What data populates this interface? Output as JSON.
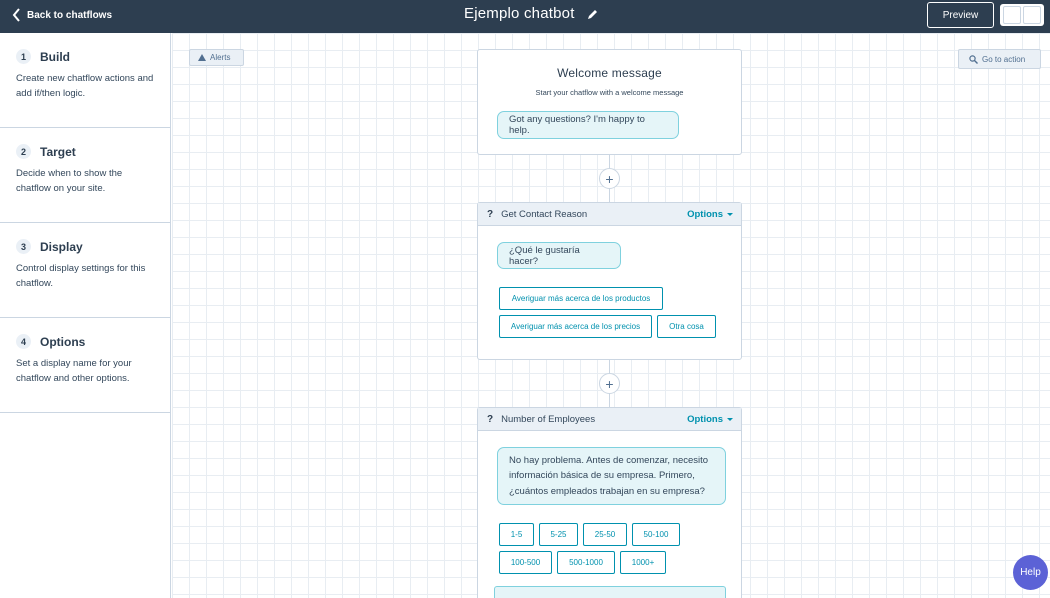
{
  "header": {
    "back_label": "Back to chatflows",
    "title": "Ejemplo chatbot",
    "preview_label": "Preview"
  },
  "sidebar": {
    "steps": [
      {
        "num": "1",
        "title": "Build",
        "desc": "Create new chatflow actions and add if/then logic."
      },
      {
        "num": "2",
        "title": "Target",
        "desc": "Decide when to show the chatflow on your site."
      },
      {
        "num": "3",
        "title": "Display",
        "desc": "Control display settings for this chatflow."
      },
      {
        "num": "4",
        "title": "Options",
        "desc": "Set a display name for your chatflow and other options."
      }
    ]
  },
  "canvas": {
    "alerts_label": "Alerts",
    "goto_label": "Go to action",
    "welcome": {
      "title": "Welcome message",
      "subtitle": "Start your chatflow with a welcome message",
      "bubble": "Got any questions? I'm happy to help."
    },
    "q1": {
      "title": "Get Contact Reason",
      "options_label": "Options",
      "bubble": "¿Qué le gustaría hacer?",
      "choices": [
        "Averiguar más acerca de los productos",
        "Averiguar más acerca de los precios",
        "Otra cosa"
      ]
    },
    "q2": {
      "title": "Number of Employees",
      "options_label": "Options",
      "bubble": "No hay problema. Antes de comenzar, necesito información básica de su empresa. Primero, ¿cuántos empleados trabajan en su empresa?",
      "choices": [
        "1-5",
        "5-25",
        "25-50",
        "50-100",
        "100-500",
        "500-1000",
        "1000+"
      ]
    },
    "plus_symbol": "+"
  },
  "help_label": "Help",
  "colors": {
    "header_bg": "#2d3e50",
    "accent": "#0091ae",
    "bubble_bg": "#e5f5f8",
    "help_bg": "#5c62d6"
  }
}
